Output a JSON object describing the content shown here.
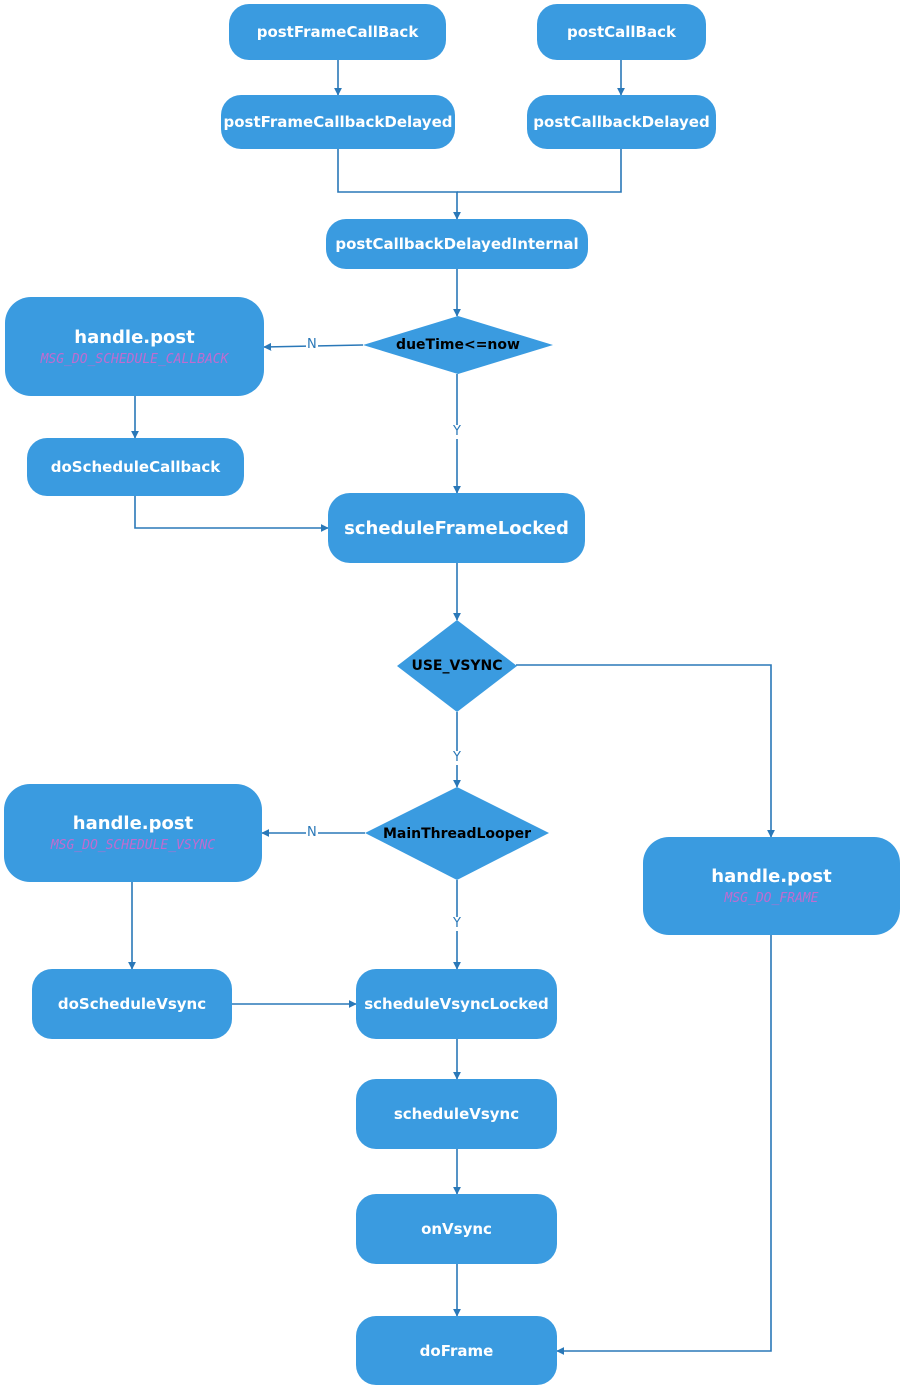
{
  "colors": {
    "node_fill": "#3a9be0",
    "line": "#2a78b8",
    "message_text": "#c06cd0"
  },
  "nodes": {
    "postFrameCallBack": "postFrameCallBack",
    "postCallBack": "postCallBack",
    "postFrameCallbackDelayed": "postFrameCallbackDelayed",
    "postCallbackDelayed": "postCallbackDelayed",
    "postCallbackDelayedInternal": "postCallbackDelayedInternal",
    "handlePost1": {
      "title": "handle.post",
      "msg": "MSG_DO_SCHEDULE_CALLBACK"
    },
    "dueTime": "dueTime<=now",
    "doScheduleCallback": "doScheduleCallback",
    "scheduleFrameLocked": "scheduleFrameLocked",
    "useVsync": "USE_VSYNC",
    "handlePost2": {
      "title": "handle.post",
      "msg": "MSG_DO_SCHEDULE_VSYNC"
    },
    "mainThreadLooper": "MainThreadLooper",
    "handlePost3": {
      "title": "handle.post",
      "msg": "MSG_DO_FRAME"
    },
    "doScheduleVsync": "doScheduleVsync",
    "scheduleVsyncLocked": "scheduleVsyncLocked",
    "scheduleVsync": "scheduleVsync",
    "onVsync": "onVsync",
    "doFrame": "doFrame"
  },
  "edge_labels": {
    "due_no": "N",
    "due_yes": "Y",
    "vsync_yes": "Y",
    "looper_no": "N",
    "looper_yes": "Y"
  }
}
